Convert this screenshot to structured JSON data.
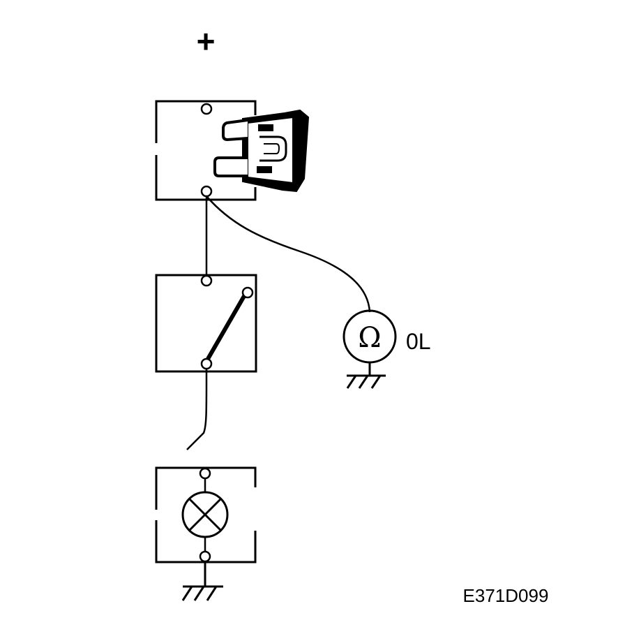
{
  "diagram": {
    "polarity_symbol": "+",
    "ohm_symbol": "Ω",
    "meter_reading": "0L",
    "figure_code": "E371D099"
  },
  "colors": {
    "ink": "#000000",
    "background": "#ffffff"
  },
  "icons": [
    "fuse-icon",
    "switch-icon",
    "lamp-icon",
    "ohmmeter-icon",
    "ground-icon"
  ]
}
